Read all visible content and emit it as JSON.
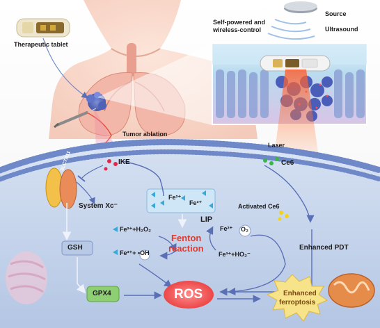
{
  "top": {
    "tablet_label": "Therapeutic tablet",
    "control_label": "Self-powered and\nwireless-control",
    "source_label": "Source",
    "ultrasound_label": "Ultrasound",
    "tumor_ablation_label": "Tumor ablation",
    "laser_label": "Laser"
  },
  "cell": {
    "ike_label": "IKE",
    "ce6_label": "Ce6",
    "slc7a11_label": "SLC7A11",
    "system_xc_label": "System Xc⁻",
    "lip_label": "LIP",
    "lip_fe2": "Fe²⁺",
    "lip_fe3": "Fe³⁺",
    "activated_ce6_label": "Activated Ce6",
    "gsh_label": "GSH",
    "gpx4_label": "GPX4",
    "fe2_h2o2": "Fe²⁺+H₂O₂",
    "fe3_oh": "Fe³⁺+ •OH",
    "fenton_label_1": "Fenton",
    "fenton_label_2": "reaction",
    "fe2_o2_a": "Fe²⁺",
    "fe2_o2_b": "O₂",
    "fe3_ho2": "Fe³⁺+HO₂⁻",
    "enhanced_pdt_label": "Enhanced PDT",
    "ros_label": "ROS",
    "ferroptosis_label_1": "Enhanced",
    "ferroptosis_label_2": "ferroptosis"
  },
  "colors": {
    "membrane": "#6f88c8",
    "cytoplasm": "#c9d6ec",
    "arrow": "#5a6fb5",
    "fenton": "#e23a2c",
    "ros": "#e8393a",
    "laser": "#ff4a2a",
    "lung": "#f0b3a6",
    "skin": "#f6d5c8",
    "gpx4_box": "#8fcf74",
    "lip_box": "#cfe6f7",
    "gsh_box": "#b8c9e6",
    "starburst": "#f7e38a"
  }
}
